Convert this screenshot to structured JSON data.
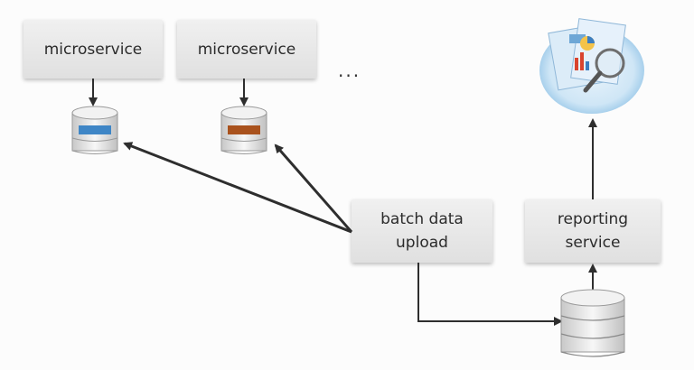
{
  "diagram": {
    "microservice_1": {
      "label": "microservice"
    },
    "microservice_2": {
      "label": "microservice"
    },
    "ellipsis": "...",
    "batch_upload": {
      "label": "batch data\nupload"
    },
    "reporting_service": {
      "label": "reporting\nservice"
    }
  },
  "colors": {
    "db1_band": "#3f86c6",
    "db2_band": "#a9521d",
    "box_text": "#2b2b2b",
    "arrow": "#2e2e2e"
  },
  "icons": {
    "reports": "report-documents-magnifier-icon",
    "database": "database-icon"
  }
}
